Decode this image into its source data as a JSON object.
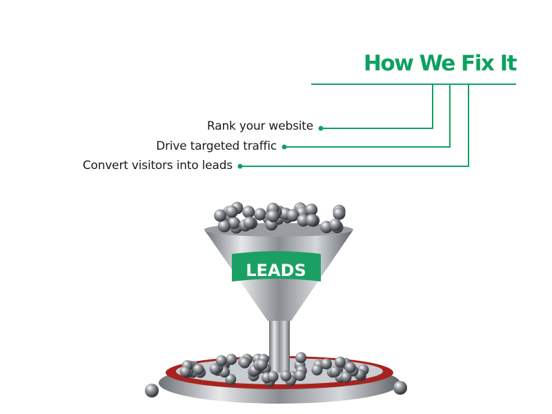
{
  "heading": "How We Fix It",
  "items": [
    "Rank your website",
    "Drive targeted traffic",
    "Convert visitors into leads"
  ],
  "funnel_label": "LEADS",
  "colors": {
    "accent": "#0ea160",
    "text": "#1a1a1a",
    "base_red": "#a8231f"
  }
}
